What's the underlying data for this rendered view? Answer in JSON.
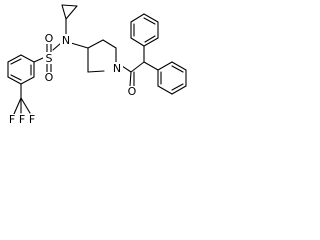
{
  "molecule": {
    "atoms": {
      "n_amine": "N",
      "sulfur": "S",
      "o_sulfonyl_top": "O",
      "o_sulfonyl_bottom": "O",
      "n_piperidine": "N",
      "o_carbonyl": "O",
      "fluorine_left": "F",
      "fluorine_mid": "F",
      "fluorine_right": "F"
    },
    "colors": {
      "bond": "#000000",
      "label": "#000000",
      "background": "#ffffff"
    }
  }
}
